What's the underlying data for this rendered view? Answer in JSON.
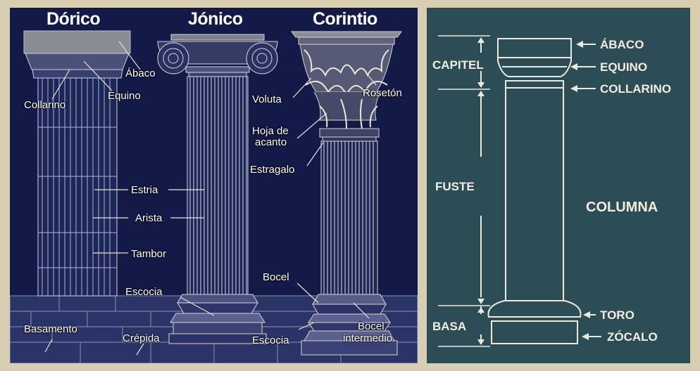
{
  "orders": {
    "doric_title": "Dórico",
    "ionic_title": "Jónico",
    "corinthian_title": "Corintio",
    "labels": {
      "abaco": "Ábaco",
      "equino": "Equino",
      "collarino": "Collarino",
      "voluta": "Voluta",
      "roseton": "Rosetón",
      "hoja_acanto_1": "Hoja de",
      "hoja_acanto_2": "acanto",
      "estragalo": "Estragalo",
      "estria": "Estria",
      "arista": "Arista",
      "tambor": "Tambor",
      "bocel": "Bocel",
      "escocia_mid": "Escocia",
      "escocia_low": "Escocia",
      "bocel_intermedio_1": "Bocel",
      "bocel_intermedio_2": "intermedio",
      "basamento": "Basamento",
      "crepida": "Crépida"
    }
  },
  "column_parts": {
    "capitel": "CAPITEL",
    "fuste": "FUSTE",
    "basa": "BASA",
    "columna": "COLUMNA",
    "abaco": "ÁBACO",
    "equino": "EQUINO",
    "collarino": "COLLARINO",
    "toro": "TORO",
    "zocalo": "ZÓCALO"
  },
  "colors": {
    "left_bg": "#131a47",
    "right_bg": "#2c4c56",
    "line": "#d9d4c4",
    "frame": "#d8ceb2"
  }
}
